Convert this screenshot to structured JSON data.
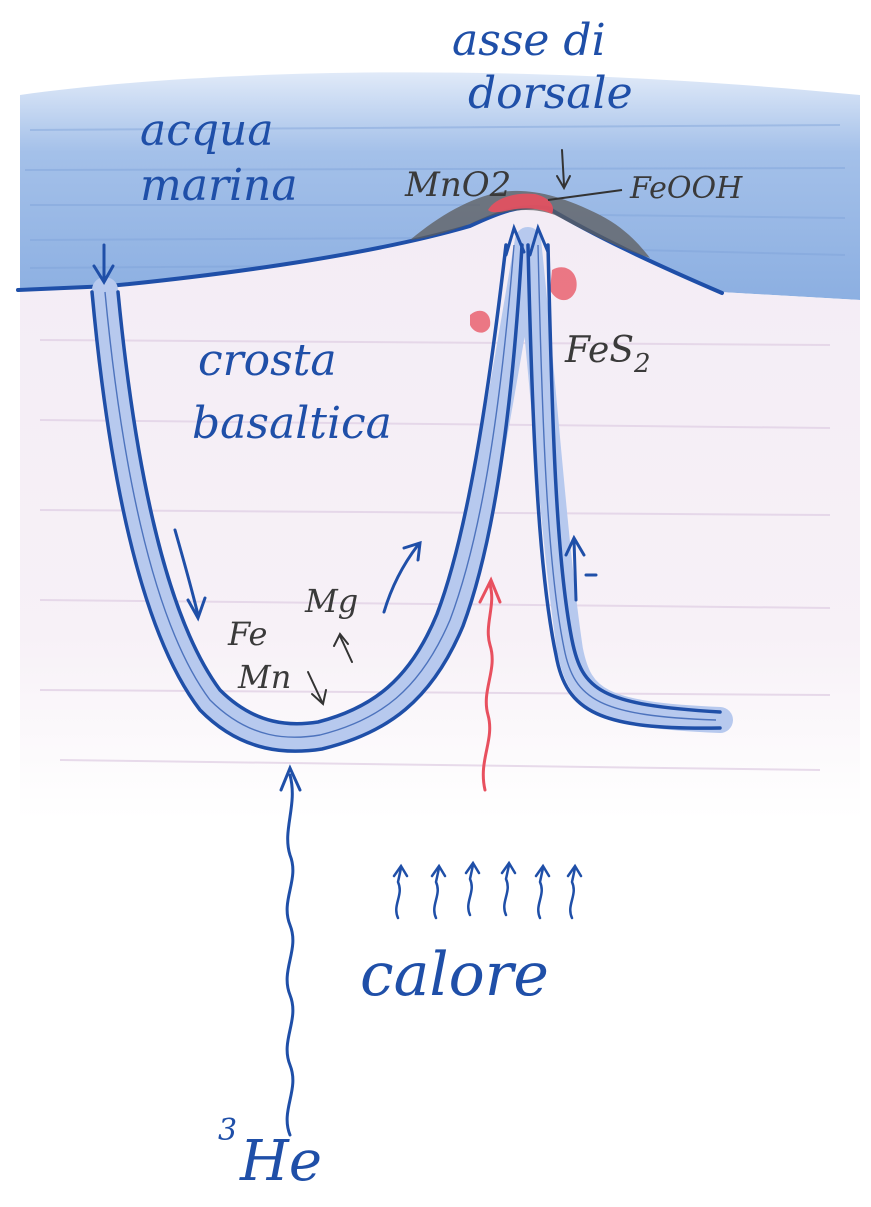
{
  "labels": {
    "seawater": "acqua marina",
    "seawater_line1": "acqua",
    "seawater_line2": "marina",
    "ridge_axis_line1": "asse di",
    "ridge_axis_line2": "dorsale",
    "mno2": "MnO2",
    "feooh": "FeOOH",
    "fes2": "FeS2",
    "crust_line1": "crosta",
    "crust_line2": "basaltica",
    "fe": "Fe",
    "mn": "Mn",
    "mg": "Mg",
    "heat": "calore",
    "helium_mass": "3",
    "helium": "He"
  },
  "colors": {
    "sea": "#8fb3e3",
    "sea_dark": "#6f97d6",
    "crust": "#f1e9f3",
    "ink": "#1f4fa8",
    "channel": "#b7c9ee",
    "hydrothermal": "#e8505f",
    "oxide": "#6b6b6b"
  }
}
